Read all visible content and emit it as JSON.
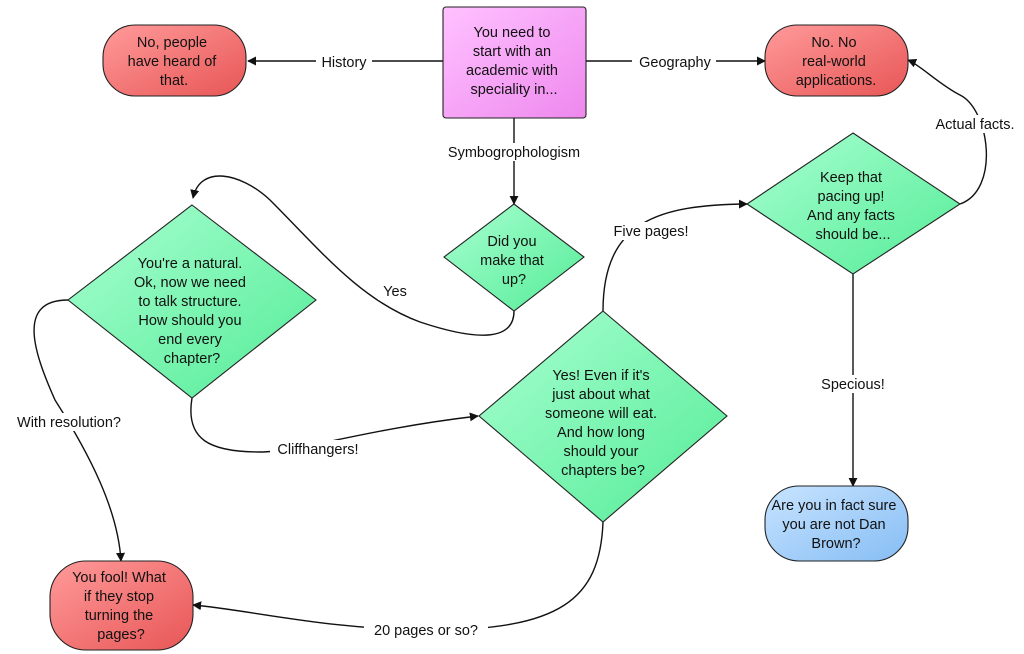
{
  "colors": {
    "start": "#ff99ff",
    "terminal_red": "#f46b6b",
    "decision": "#6ff5a8",
    "terminal_blue": "#99ccff"
  },
  "nodes": {
    "start": [
      "You need to",
      "start with an",
      "academic with",
      "speciality in..."
    ],
    "history_end": [
      "No, people",
      "have heard of",
      "that."
    ],
    "geography_end": [
      "No.  No",
      "real-world",
      "applications."
    ],
    "made_up": [
      "Did you",
      "make that",
      "up?"
    ],
    "natural": [
      "You're a natural.",
      "Ok, now we need",
      "to talk structure.",
      "How should you",
      "end every",
      "chapter?"
    ],
    "eat": [
      "Yes!  Even if it's",
      "just about what",
      "someone will eat.",
      "And how long",
      "should your",
      "chapters be?"
    ],
    "pacing": [
      "Keep that",
      "pacing up!",
      "And any facts",
      "should be..."
    ],
    "fool_end": [
      "You fool!  What",
      "if they stop",
      "turning the",
      "pages?"
    ],
    "dan_brown_end": [
      "Are you in fact sure",
      "you are not Dan",
      "Brown?"
    ]
  },
  "edges": {
    "history": "History",
    "geography": "Geography",
    "symbogrophologism": "Symbogrophologism",
    "yes": "Yes",
    "with_resolution": "With resolution?",
    "cliffhangers": "Cliffhangers!",
    "five_pages": "Five pages!",
    "twenty_pages": "20 pages or so?",
    "actual_facts": "Actual facts.",
    "specious": "Specious!"
  }
}
